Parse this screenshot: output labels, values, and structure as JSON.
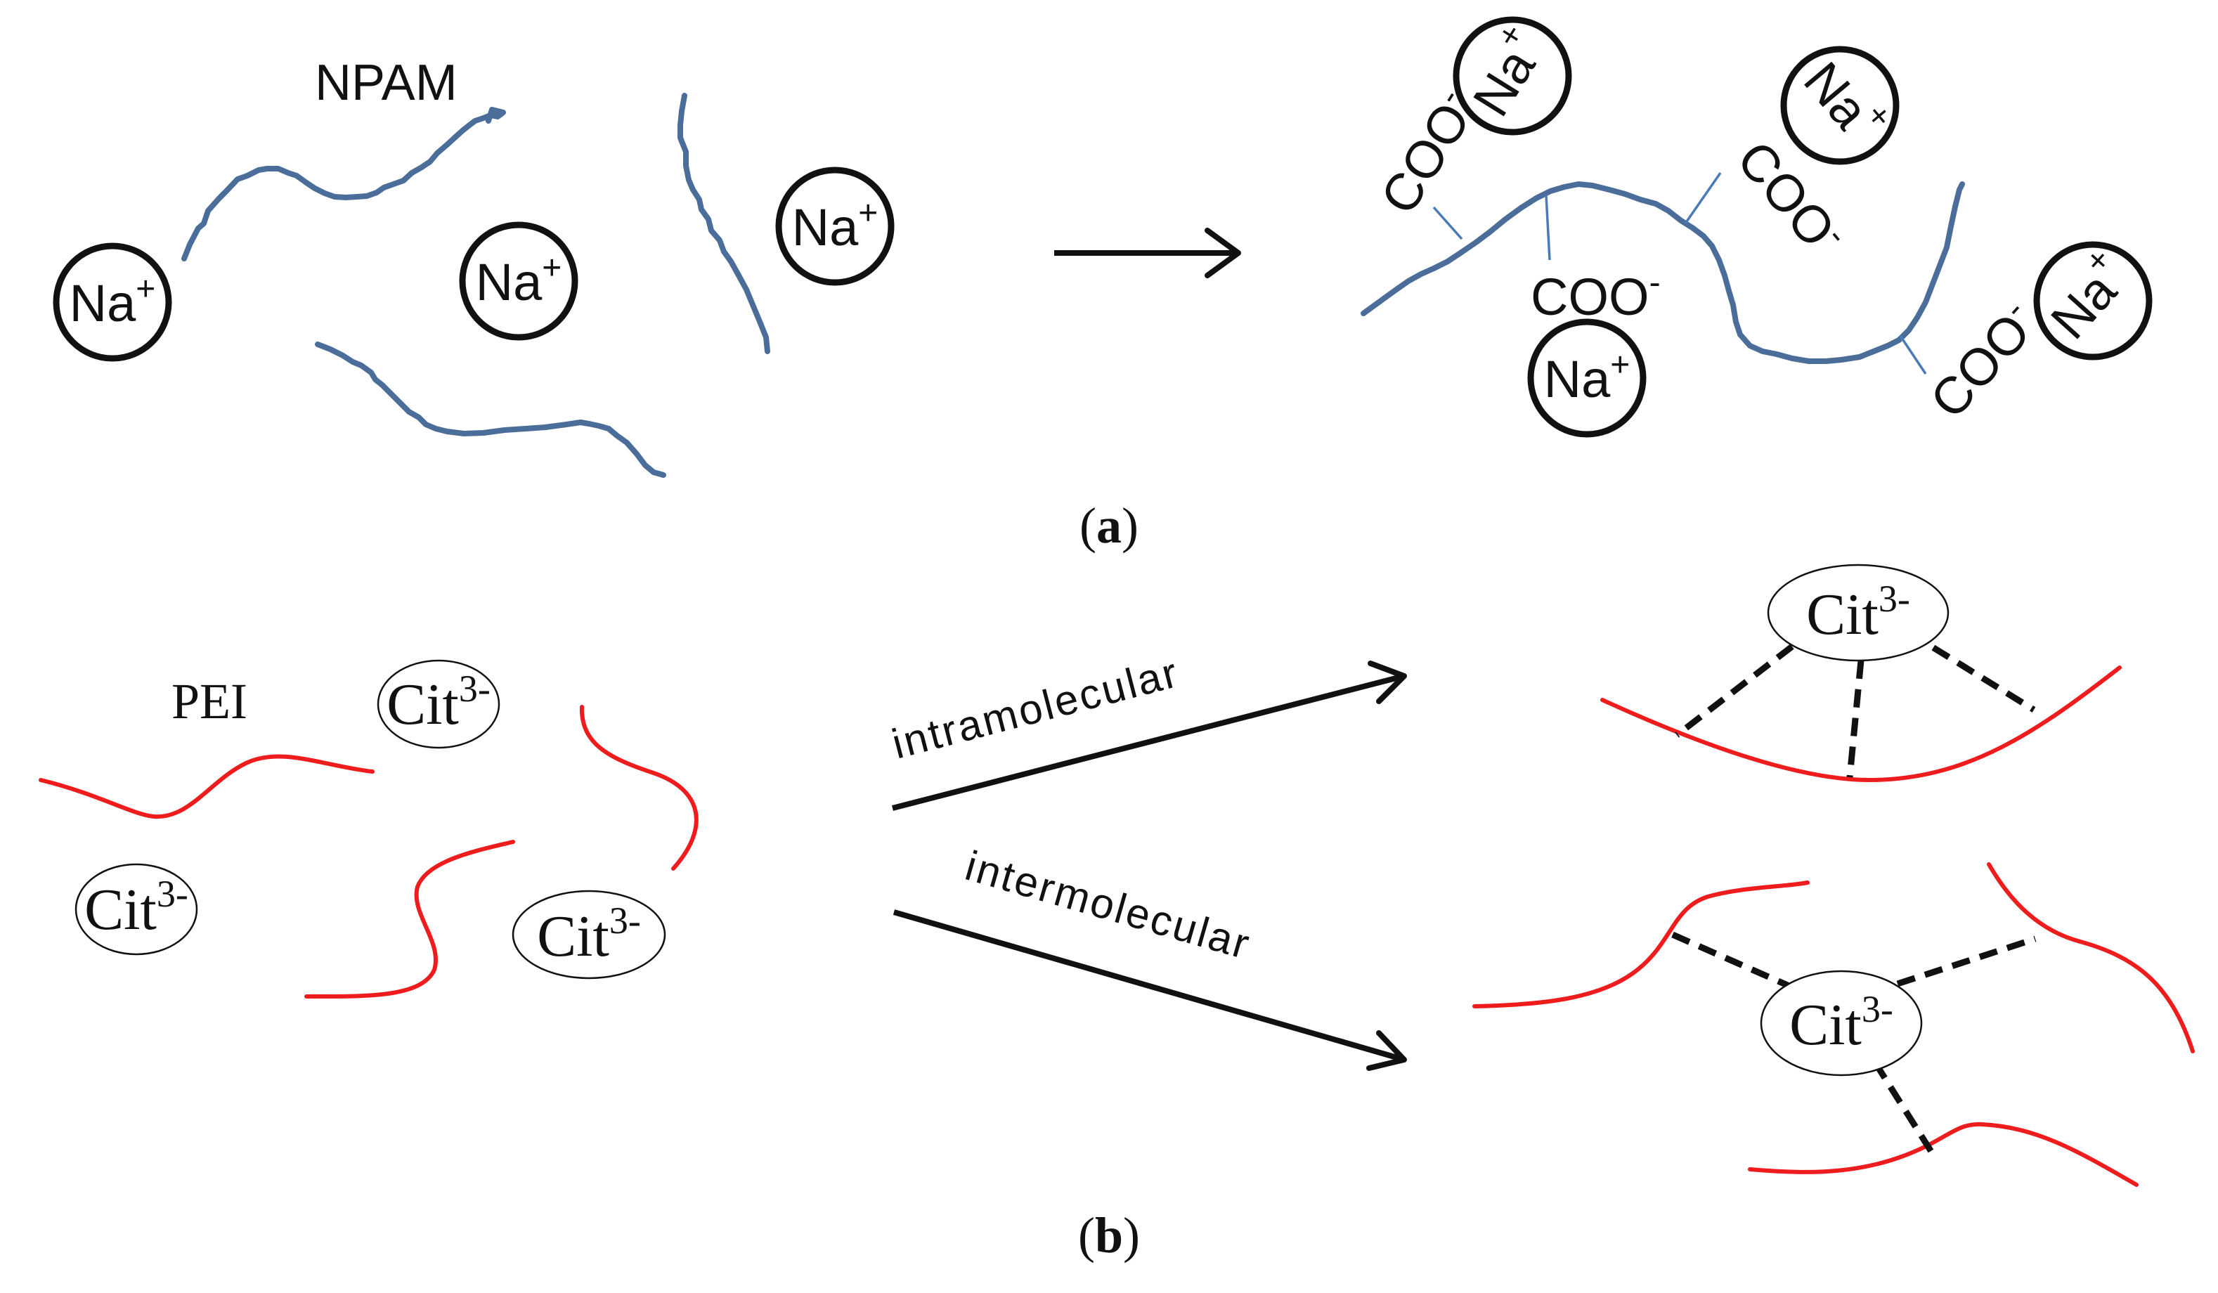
{
  "panel_a": {
    "label_open": "(",
    "label_letter": "a",
    "label_close": ")",
    "chain_label": "NPAM",
    "ion_symbol": "Na",
    "ion_charge": "+",
    "group_text": "COO",
    "group_charge": "-"
  },
  "panel_b": {
    "label_open": "(",
    "label_letter": "b",
    "label_close": ")",
    "chain_label": "PEI",
    "ion_symbol": "Cit",
    "ion_charge": "3-",
    "arrow_upper_label": "intramolecular",
    "arrow_lower_label": "intermolecular"
  },
  "colors": {
    "npam_chain": "#4a6d9a",
    "pei_chain": "#ee1c1c",
    "ink": "#111111"
  }
}
